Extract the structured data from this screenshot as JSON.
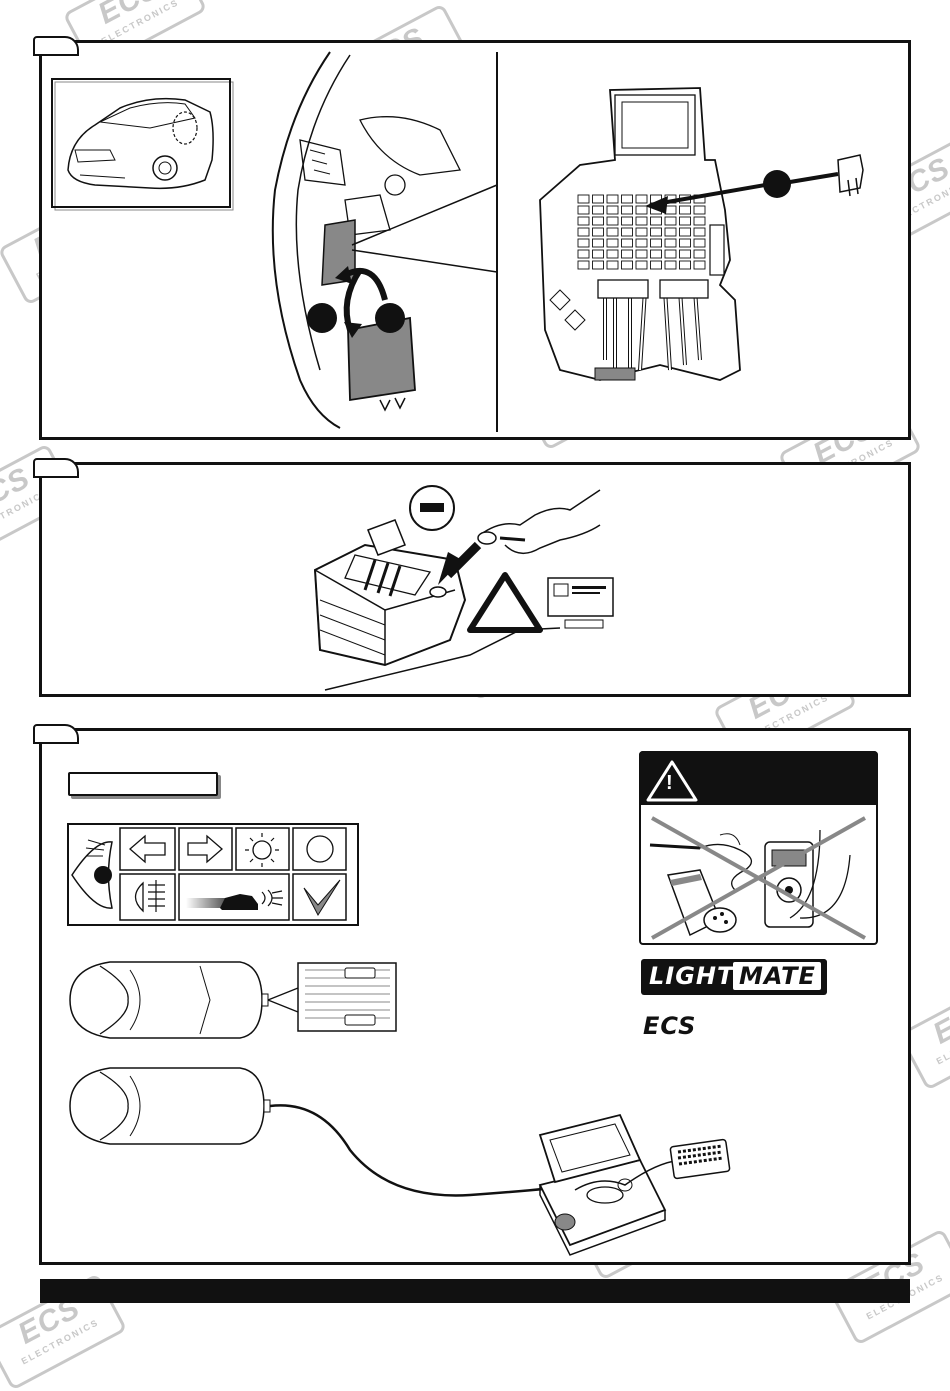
{
  "watermark": {
    "brand": "ECS",
    "subtitle": "ELECTRONICS"
  },
  "panel_step_3": {
    "warning_glyph": "!"
  },
  "brand_logos": {
    "lightmate_part1": "LIGHT",
    "lightmate_part2": "MATE",
    "lightmate_mark": "®",
    "ecs_logo": "ECS"
  },
  "icons": [
    "eye-icon",
    "arrow-left-icon",
    "arrow-right-icon",
    "bulb-icon",
    "circle-icon",
    "fog-lamp-icon",
    "reversing-car-icon",
    "checkmark-icon",
    "warning-triangle-icon"
  ],
  "colors": {
    "frame": "#111111",
    "fuse_cover": "#888888",
    "warning_header": "#111111",
    "footer_bar": "#111111",
    "watermark": "#c8c8c8"
  }
}
